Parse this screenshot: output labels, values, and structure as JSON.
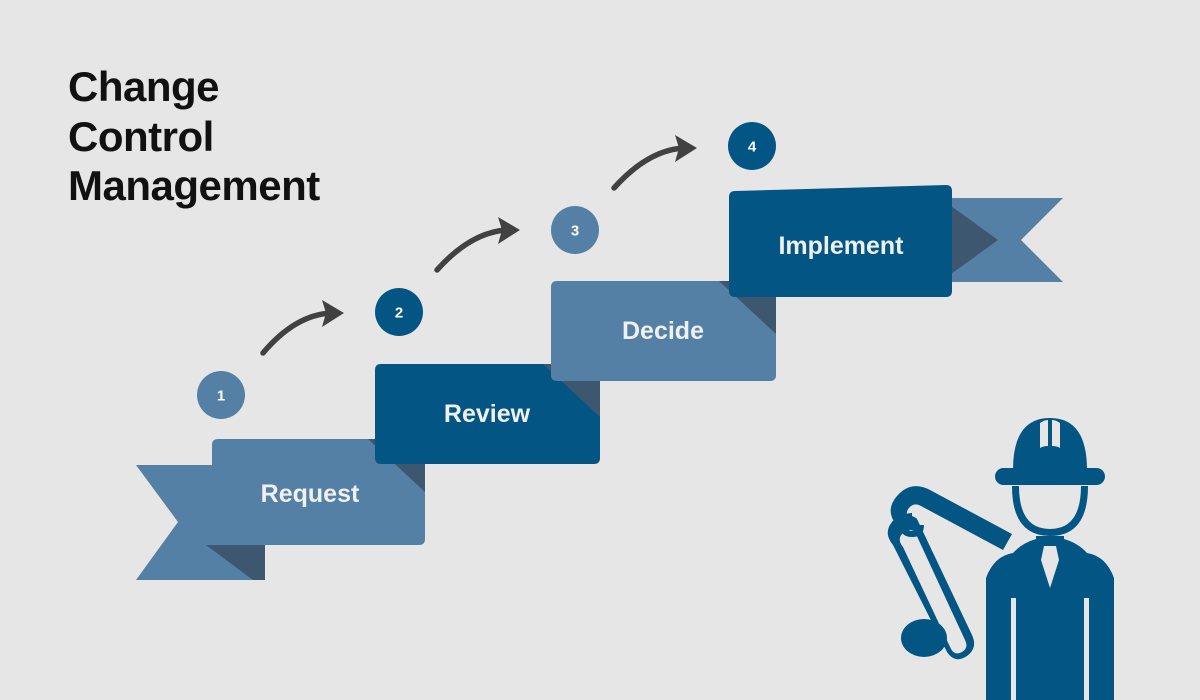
{
  "infographic": {
    "title": "Change\nControl\nManagement",
    "background_color": "#e6e6e6",
    "title_color": "#111111"
  },
  "palette": {
    "dark_blue": "#035684",
    "medium_blue": "#5380a4",
    "fold_shadow": "#3d5770",
    "arrow_color": "#414141",
    "label_text": "#f0f0f0",
    "number_text": "#ffffff"
  },
  "steps": [
    {
      "number": "1",
      "label": "Request",
      "tone": "medium",
      "circle_color": "#5380a4",
      "body_color": "#5380a4",
      "tail": "left"
    },
    {
      "number": "2",
      "label": "Review",
      "tone": "dark",
      "circle_color": "#035684",
      "body_color": "#035684",
      "tail": "none"
    },
    {
      "number": "3",
      "label": "Decide",
      "tone": "medium",
      "circle_color": "#5380a4",
      "body_color": "#5380a4",
      "tail": "none"
    },
    {
      "number": "4",
      "label": "Implement",
      "tone": "dark",
      "circle_color": "#035684",
      "body_color": "#035684",
      "tail": "right"
    }
  ],
  "arrows": [
    {
      "name": "arrow-step1-to-step2"
    },
    {
      "name": "arrow-step2-to-step3"
    },
    {
      "name": "arrow-step3-to-step4"
    }
  ],
  "illustration": {
    "name": "engineer-with-blueprint",
    "color": "#035684"
  }
}
